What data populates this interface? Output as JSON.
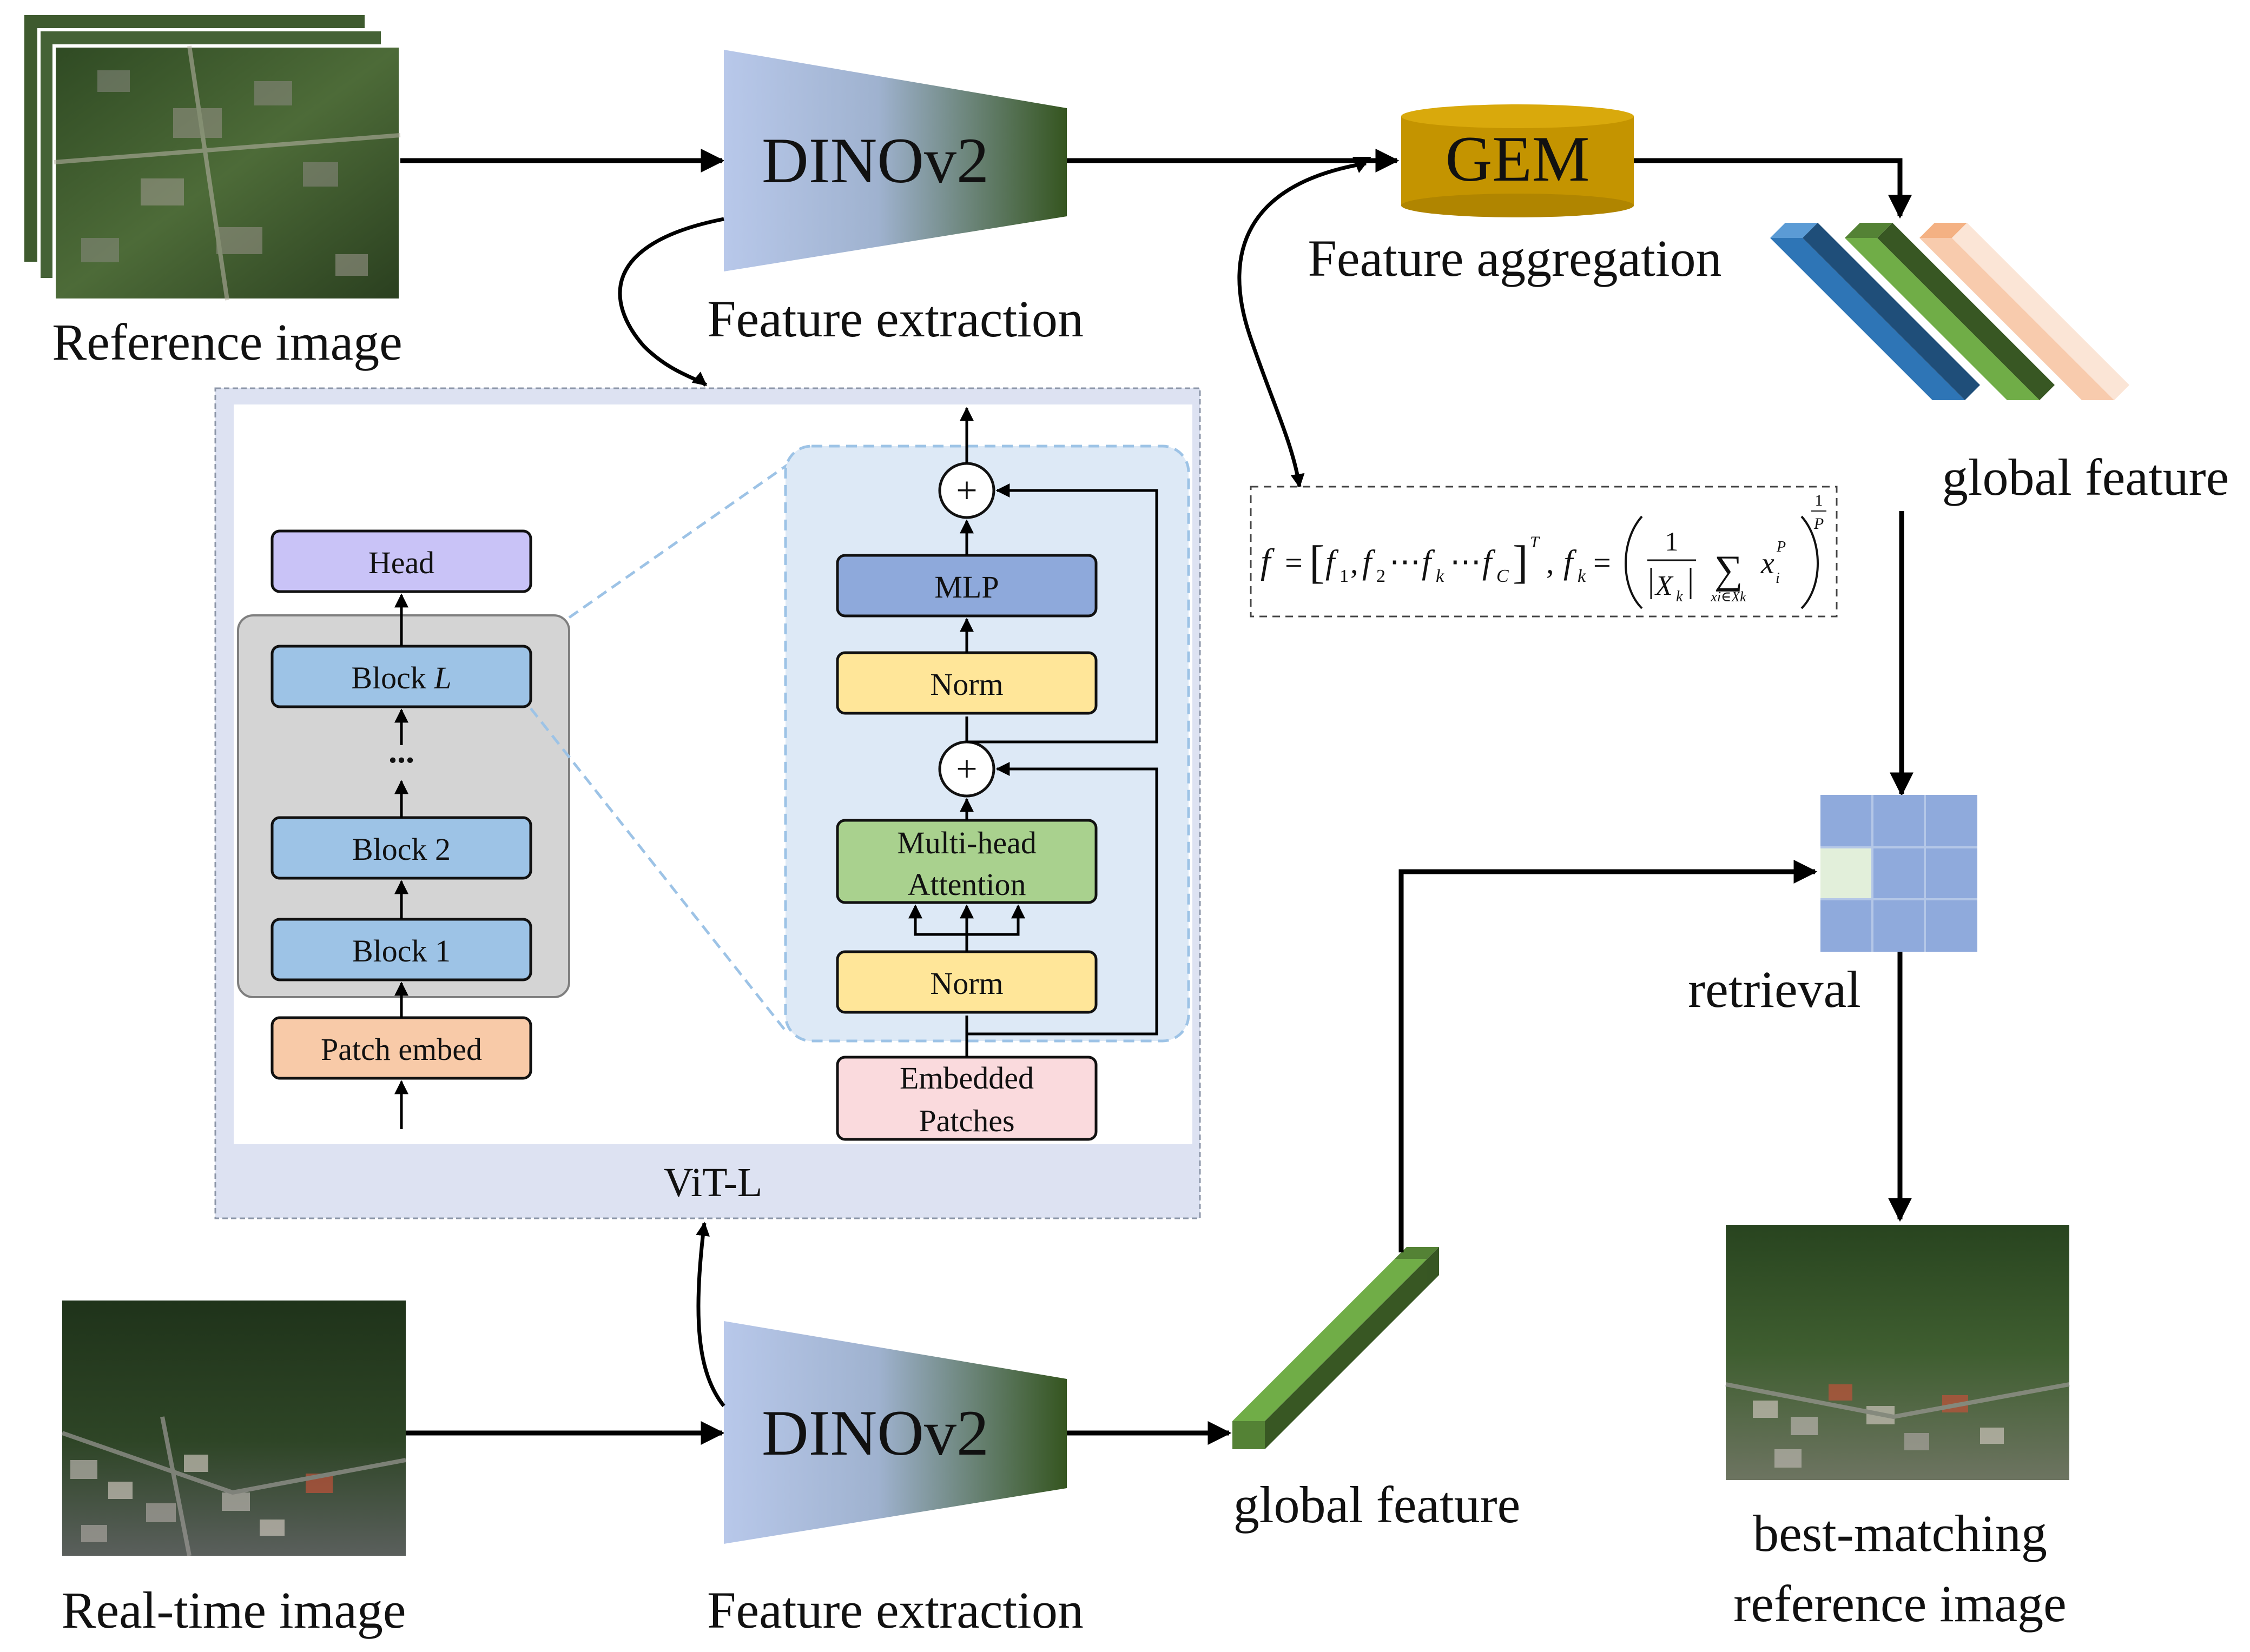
{
  "top": {
    "reference_label": "Reference image",
    "encoder_label": "DINOv2",
    "feature_extraction_label": "Feature extraction",
    "gem_label": "GEM",
    "feature_aggregation_label": "Feature aggregation",
    "global_feature_label": "global feature"
  },
  "formula": {
    "f": "f",
    "eq": "=",
    "lbracket": "[",
    "f1": "f",
    "s1": "1",
    "f2": "f",
    "s2": "2",
    "dots1": "⋯",
    "fk": "f",
    "sk": "k",
    "dots2": "⋯",
    "fc": "f",
    "sc": "C",
    "rbracket": "]",
    "T": "T",
    "comma": ",",
    "fk2": "f",
    "sk2": "k",
    "eq2": "=",
    "one": "1",
    "Xk": "X",
    "Xsub": "k",
    "sigma": "∑",
    "sum_sub": "xi∈Xk",
    "x": "x",
    "xsub": "i",
    "P": "P",
    "exp1": "1",
    "expP": "P"
  },
  "vit": {
    "caption": "ViT-L",
    "head": "Head",
    "block_L": "Block ",
    "block_L_italic": "L",
    "dots": "...",
    "block_2": "Block 2",
    "block_1": "Block 1",
    "patch_embed": "Patch embed",
    "mlp": "MLP",
    "norm_top": "Norm",
    "mha_line1": "Multi-head",
    "mha_line2": "Attention",
    "norm_bottom": "Norm",
    "embedded_line1": "Embedded",
    "embedded_line2": "Patches",
    "plus": "+"
  },
  "bottom": {
    "realtime_label": "Real-time image",
    "encoder_label": "DINOv2",
    "feature_extraction_label": "Feature extraction",
    "global_feature_label": "global feature"
  },
  "right": {
    "retrieval_label": "retrieval",
    "best_line1": "best-matching",
    "best_line2": "reference image"
  },
  "colors": {
    "dino_left": "#b8c8ea",
    "dino_right": "#35551f",
    "gem": "#c49400",
    "vit_frame": "#dde2f2",
    "detail_panel": "#dde9f6",
    "block_grey": "#d4d4d4",
    "block": "#9dc3e6",
    "head": "#c9c3f7",
    "patch": "#f8caa8",
    "mlp": "#8ea9db",
    "norm": "#ffe699",
    "mha": "#a9d18e",
    "embedded": "#fadadd",
    "bar_blue": "#2e75b6",
    "bar_green": "#548235",
    "bar_orange": "#f4b183",
    "grid": "#8faadc",
    "grid_highlight": "#e2efda"
  }
}
